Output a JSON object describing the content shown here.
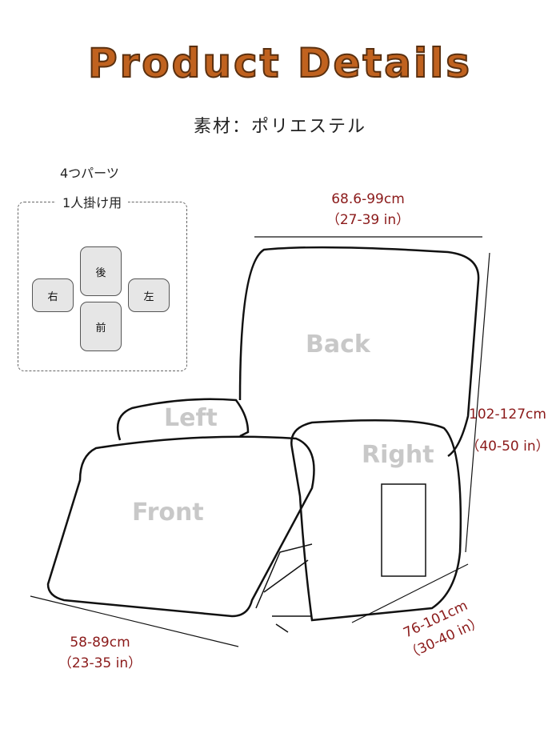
{
  "title": "Product Details",
  "material": "素材：ポリエステル",
  "parts": {
    "count_label": "4つパーツ",
    "box_label": "1人掛け用",
    "back": "後",
    "right": "右",
    "left": "左",
    "front": "前"
  },
  "chair_labels": {
    "back": "Back",
    "left": "Left",
    "right": "Right",
    "front": "Front"
  },
  "dimensions": {
    "width_cm": "68.6-99cm",
    "width_in": "（27-39 in）",
    "height_cm": "102-127cm",
    "height_in": "（40-50 in）",
    "depth_cm": "76-101cm",
    "depth_in": "（30-40 in）",
    "front_cm": "58-89cm",
    "front_in": "（23-35 in）"
  },
  "colors": {
    "title": "#c0621f",
    "dimension": "#8b1a1a"
  }
}
